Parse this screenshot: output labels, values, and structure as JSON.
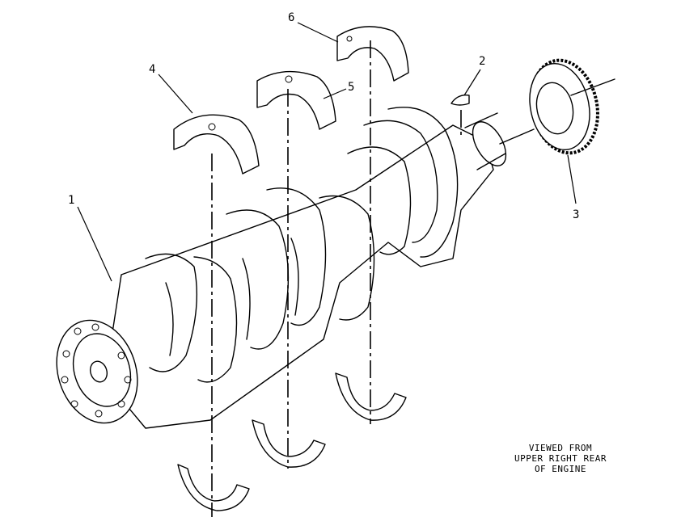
{
  "callouts": [
    {
      "id": "1",
      "label": "1"
    },
    {
      "id": "2",
      "label": "2"
    },
    {
      "id": "3",
      "label": "3"
    },
    {
      "id": "4",
      "label": "4"
    },
    {
      "id": "5",
      "label": "5"
    },
    {
      "id": "6",
      "label": "6"
    }
  ],
  "view_note": {
    "line1": "VIEWED FROM",
    "line2": "UPPER RIGHT REAR",
    "line3": "OF ENGINE"
  }
}
